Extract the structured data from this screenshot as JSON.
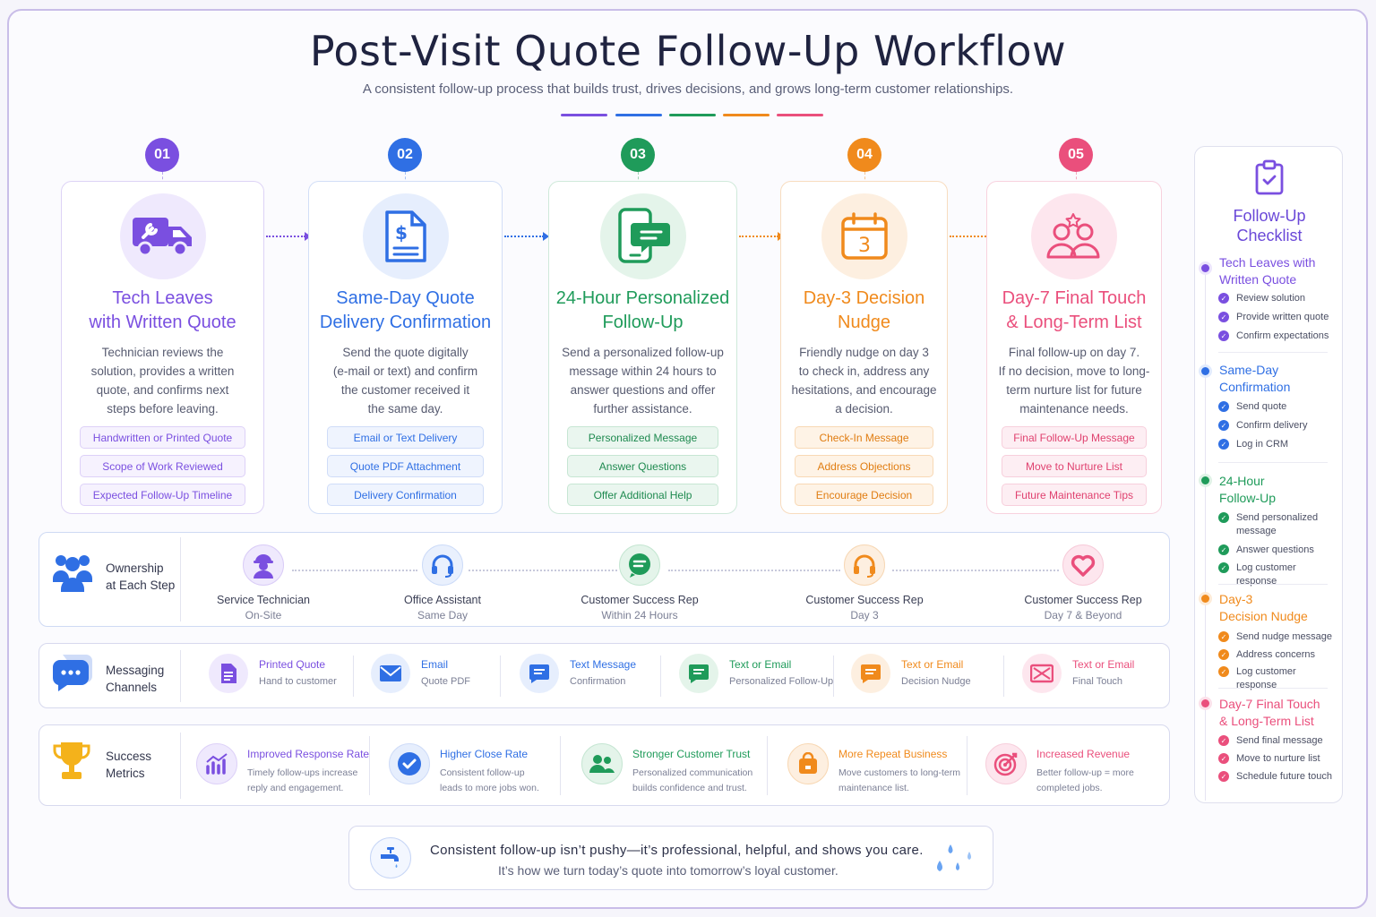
{
  "header": {
    "title": "Post-Visit Quote Follow-Up Workflow",
    "subtitle": "A consistent follow-up process that builds trust, drives decisions, and grows long-term customer relationships."
  },
  "colors": {
    "purple": "#7a4fe0",
    "blue": "#2f6fe4",
    "green": "#1f9b5a",
    "orange": "#f08a1c",
    "pink": "#ea4f7c"
  },
  "steps": [
    {
      "number": "01",
      "title_line1": "Tech Leaves",
      "title_line2": "with Written Quote",
      "icon": "delivery-truck-wrench-icon",
      "desc": [
        "Technician reviews the",
        "solution, provides a written",
        "quote, and confirms next",
        "steps before leaving."
      ],
      "pills": [
        "Handwritten or Printed Quote",
        "Scope of Work Reviewed",
        "Expected Follow-Up Timeline"
      ]
    },
    {
      "number": "02",
      "title_line1": "Same-Day Quote",
      "title_line2": "Delivery Confirmation",
      "icon": "dollar-document-icon",
      "desc": [
        "Send the quote digitally",
        "(e-mail or text) and confirm",
        "the customer received it",
        "the same day."
      ],
      "pills": [
        "Email or Text Delivery",
        "Quote PDF Attachment",
        "Delivery Confirmation"
      ]
    },
    {
      "number": "03",
      "title_line1": "24-Hour Personalized",
      "title_line2": "Follow-Up",
      "icon": "phone-message-icon",
      "desc": [
        "Send a personalized follow-up",
        "message within 24 hours to",
        "answer questions and offer",
        "further assistance."
      ],
      "pills": [
        "Personalized Message",
        "Answer Questions",
        "Offer Additional Help"
      ]
    },
    {
      "number": "04",
      "title_line1": "Day-3 Decision",
      "title_line2": "Nudge",
      "icon": "calendar-3-icon",
      "desc": [
        "Friendly nudge on day 3",
        "to check in, address any",
        "hesitations, and encourage",
        "a decision."
      ],
      "pills": [
        "Check-In Message",
        "Address Objections",
        "Encourage Decision"
      ]
    },
    {
      "number": "05",
      "title_line1": "Day-7 Final Touch",
      "title_line2": "& Long-Term List",
      "icon": "people-star-icon",
      "desc": [
        "Final follow-up on day 7.",
        "If no decision, move to long-",
        "term nurture list for future",
        "maintenance needs."
      ],
      "pills": [
        "Final Follow-Up Message",
        "Move to Nurture List",
        "Future Maintenance Tips"
      ]
    }
  ],
  "ownership": {
    "label_line1": "Ownership",
    "label_line2": "at Each Step",
    "items": [
      {
        "name": "Service Technician",
        "sub": "On-Site"
      },
      {
        "name": "Office Assistant",
        "sub": "Same Day"
      },
      {
        "name": "Customer Success Rep",
        "sub": "Within 24 Hours"
      },
      {
        "name": "Customer Success Rep",
        "sub": "Day 3"
      },
      {
        "name": "Customer Success Rep",
        "sub": "Day 7 & Beyond"
      }
    ]
  },
  "messaging": {
    "label_line1": "Messaging",
    "label_line2": "Channels",
    "items": [
      {
        "name": "Printed Quote",
        "sub": "Hand to customer"
      },
      {
        "name": "Email",
        "sub": "Quote PDF"
      },
      {
        "name": "Text Message",
        "sub": "Confirmation"
      },
      {
        "name": "Text or Email",
        "sub": "Personalized Follow-Up"
      },
      {
        "name": "Text or Email",
        "sub": "Decision Nudge"
      },
      {
        "name": "Text or Email",
        "sub": "Final Touch"
      }
    ]
  },
  "metrics": {
    "label_line1": "Success",
    "label_line2": "Metrics",
    "items": [
      {
        "name": "Improved Response Rate",
        "sub1": "Timely follow-ups increase",
        "sub2": "reply and engagement."
      },
      {
        "name": "Higher Close Rate",
        "sub1": "Consistent follow-up",
        "sub2": "leads to more jobs won."
      },
      {
        "name": "Stronger Customer Trust",
        "sub1": "Personalized communication",
        "sub2": "builds confidence and trust."
      },
      {
        "name": "More Repeat Business",
        "sub1": "Move customers to long-term",
        "sub2": "maintenance list."
      },
      {
        "name": "Increased Revenue",
        "sub1": "Better follow-up = more",
        "sub2": "completed jobs."
      }
    ]
  },
  "footer": {
    "line1": "Consistent  follow-up isn’t pushy—it’s professional, helpful, and shows you care.",
    "line2": "It’s how we turn today’s quote into tomorrow’s loyal customer."
  },
  "checklist": {
    "title_line1": "Follow-Up",
    "title_line2": "Checklist",
    "sections": [
      {
        "title_line1": "Tech Leaves with",
        "title_line2": "Written Quote",
        "items": [
          "Review solution",
          "Provide written quote",
          "Confirm expectations"
        ]
      },
      {
        "title_line1": "Same-Day",
        "title_line2": "Confirmation",
        "items": [
          "Send quote",
          "Confirm delivery",
          "Log in CRM"
        ]
      },
      {
        "title_line1": "24-Hour",
        "title_line2": "Follow-Up",
        "items": [
          "Send personalized message",
          "Answer questions",
          "Log customer response"
        ]
      },
      {
        "title_line1": "Day-3",
        "title_line2": "Decision Nudge",
        "items": [
          "Send nudge message",
          "Address concerns",
          "Log customer response"
        ]
      },
      {
        "title_line1": "Day-7 Final Touch",
        "title_line2": "& Long-Term List",
        "items": [
          "Send final message",
          "Move to nurture list",
          "Schedule future touch"
        ]
      }
    ]
  }
}
